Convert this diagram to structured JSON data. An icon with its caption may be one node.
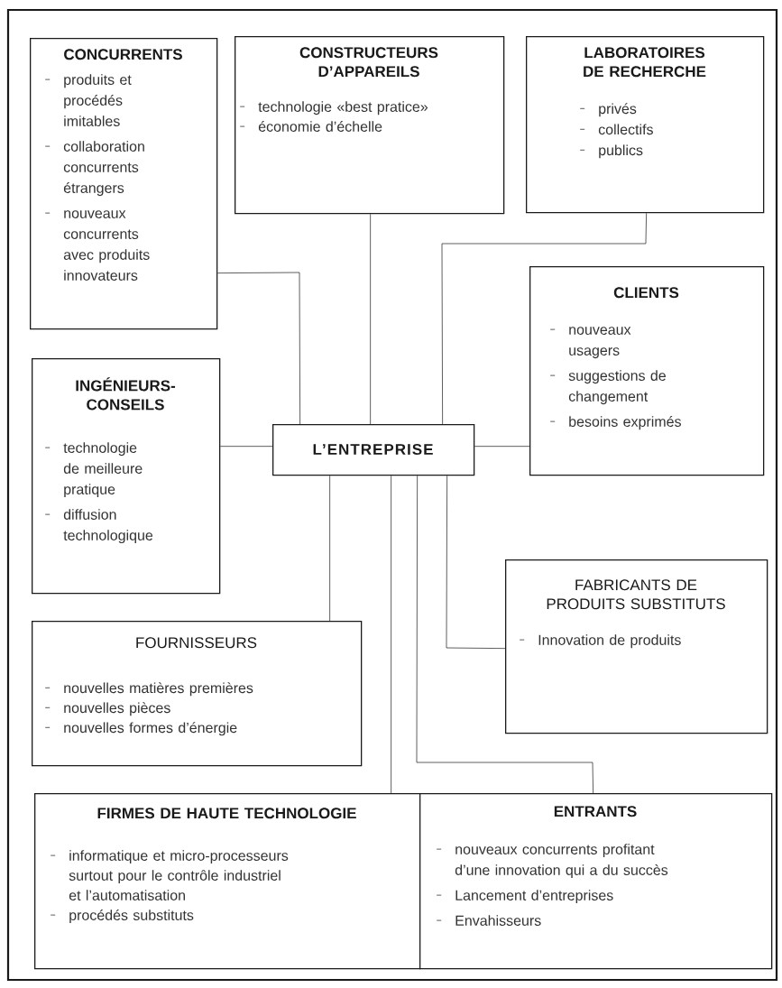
{
  "diagram": {
    "nodes": [
      {
        "text": [
          "CONCURRENTS",
          "produits et procédés imitables",
          "collaboration concurrents étrangers",
          "nouveaux concurrents avec produits innovateurs"
        ]
      },
      {
        "text": [
          "CONSTRUCTEURS D’APPAREILS",
          "technologie «best pratice»",
          "économie d’échelle"
        ]
      },
      {
        "text": [
          "LABORATOIRES DE RECHERCHE",
          "privés",
          "collectifs",
          "publics"
        ]
      },
      {
        "text": [
          "CLIENTS",
          "nouveaux usagers",
          "suggestions de changement",
          "besoins exprimés"
        ]
      },
      {
        "text": [
          "INGÉNIEURS-CONSEILS",
          "technologie de meilleure pratique",
          "diffusion technologique"
        ]
      },
      {
        "text": [
          "L’ENTREPRISE"
        ]
      },
      {
        "text": [
          "FOURNISSEURS",
          "nouvelles matières premières",
          "nouvelles pièces",
          "nouvelles formes d’énergie"
        ]
      },
      {
        "text": [
          "FABRICANTS DE PRODUITS SUBSTITUTS",
          "Innovation de produits"
        ]
      },
      {
        "text": [
          "FIRMES DE HAUTE TECHNOLOGIE",
          "informatique et micro-processeurs surtout pour le contrôle industriel et l’automatisation",
          "procédés substituts"
        ]
      },
      {
        "text": [
          "ENTRANTS",
          "nouveaux concurrents profitant d’une innovation qui a du succès",
          "Lancement d’entreprises",
          "Envahisseurs"
        ]
      }
    ],
    "edges": [
      {
        "from": 0,
        "to": 5,
        "arrow": "none"
      },
      {
        "from": 1,
        "to": 5,
        "arrow": "none"
      },
      {
        "from": 2,
        "to": 5,
        "arrow": "none"
      },
      {
        "from": 3,
        "to": 5,
        "arrow": "none"
      },
      {
        "from": 4,
        "to": 5,
        "arrow": "none"
      },
      {
        "from": 6,
        "to": 5,
        "arrow": "none"
      },
      {
        "from": 7,
        "to": 5,
        "arrow": "none"
      },
      {
        "from": 8,
        "to": 5,
        "arrow": "none"
      },
      {
        "from": 9,
        "to": 5,
        "arrow": "none"
      }
    ]
  }
}
